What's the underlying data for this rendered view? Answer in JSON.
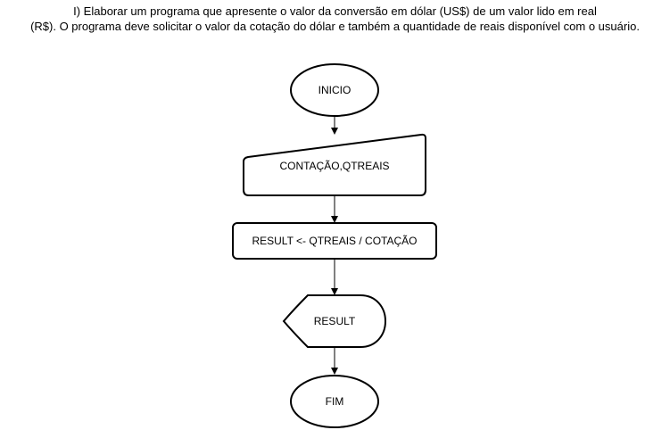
{
  "title": {
    "line1": "I) Elaborar um programa que apresente o valor da conversão em dólar (US$) de um valor lido em real",
    "line2": "(R$). O programa deve solicitar o valor da cotação do dólar e também a quantidade de reais disponível com o usuário."
  },
  "flowchart": {
    "start": "INICIO",
    "input": "CONTAÇÃO,QTREAIS",
    "process": "RESULT <- QTREAIS / COTAÇÃO",
    "output": "RESULT",
    "end": "FIM"
  }
}
